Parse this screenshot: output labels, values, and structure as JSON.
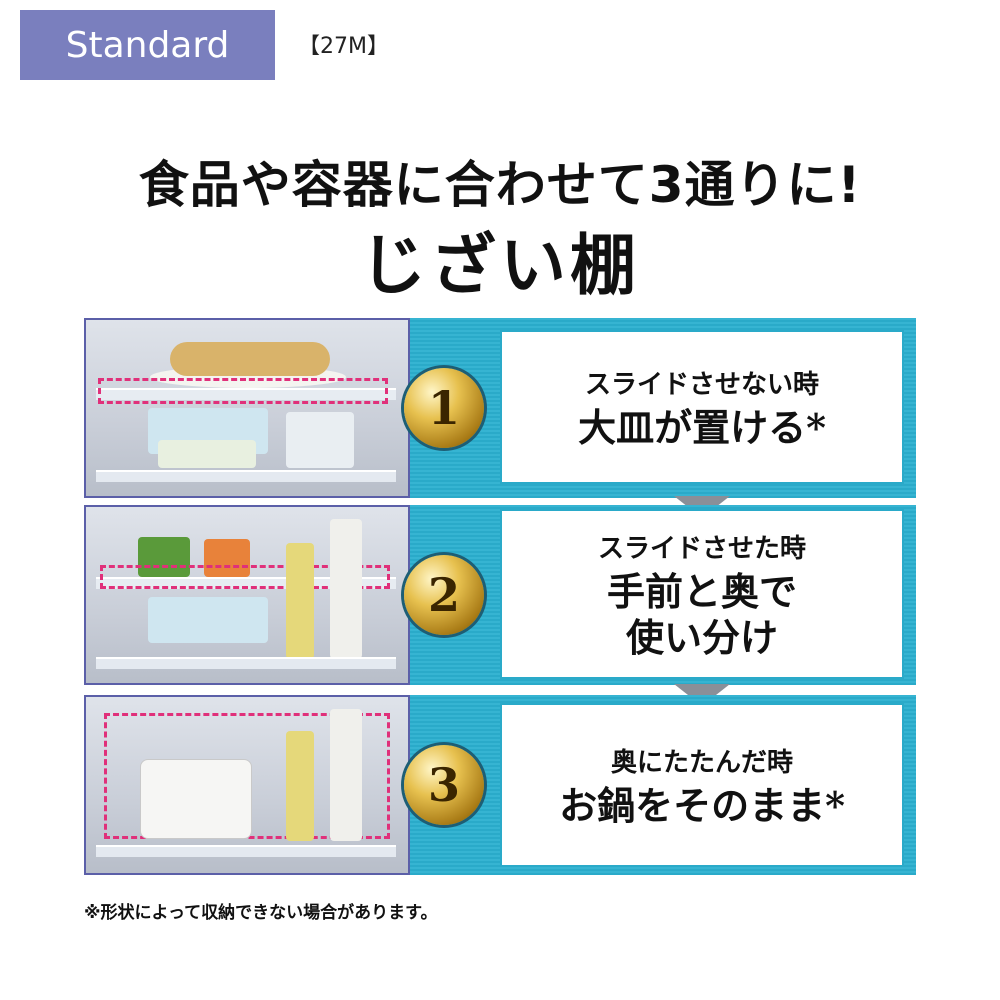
{
  "badge": "Standard",
  "model": "【27M】",
  "headline": {
    "line1": "食品や容器に合わせて3通りに!",
    "line2": "じざい棚"
  },
  "rows": [
    {
      "number": "1",
      "sub": "スライドさせない時",
      "main": [
        "大皿が置ける*"
      ]
    },
    {
      "number": "2",
      "sub": "スライドさせた時",
      "main": [
        "手前と奥で",
        "使い分け"
      ]
    },
    {
      "number": "3",
      "sub": "奥にたたんだ時",
      "main": [
        "お鍋をそのまま*"
      ]
    }
  ],
  "note": "※形状によって収納できない場合があります。",
  "colors": {
    "badge": "#7a7fbe",
    "panel": "#2aaac9",
    "dash": "#e0307a",
    "border": "#5b5fa8"
  }
}
